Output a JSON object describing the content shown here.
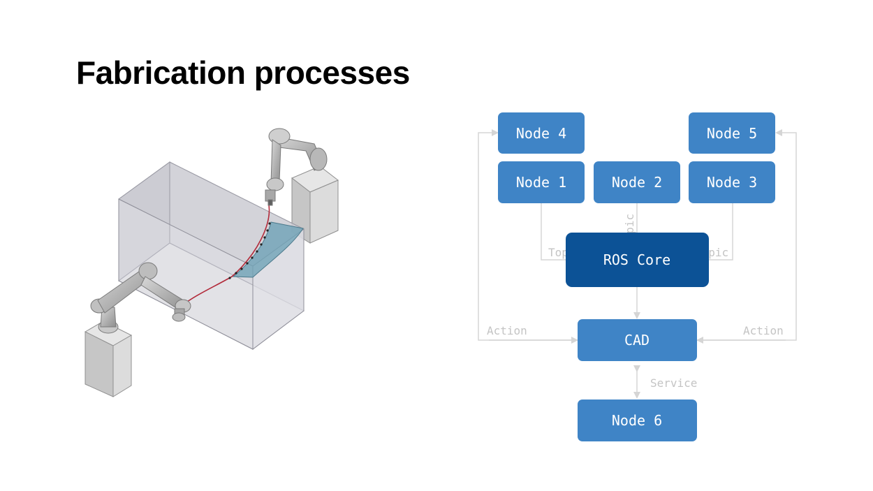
{
  "slide": {
    "title": "Fabrication processes"
  },
  "diagram": {
    "nodes": {
      "node4": "Node 4",
      "node5": "Node 5",
      "node1": "Node 1",
      "node2": "Node 2",
      "node3": "Node 3",
      "ros_core": "ROS Core",
      "cad": "CAD",
      "node6": "Node 6"
    },
    "edge_labels": {
      "topic_left": "Topic",
      "topic_middle": "Topic",
      "topic_right": "Topic",
      "action_left": "Action",
      "action_right": "Action",
      "service": "Service"
    },
    "colors": {
      "node": "#3f84c6",
      "ros_core": "#0c5296",
      "edge": "#d5d5d5",
      "edge_label": "#c4c4c4"
    }
  }
}
